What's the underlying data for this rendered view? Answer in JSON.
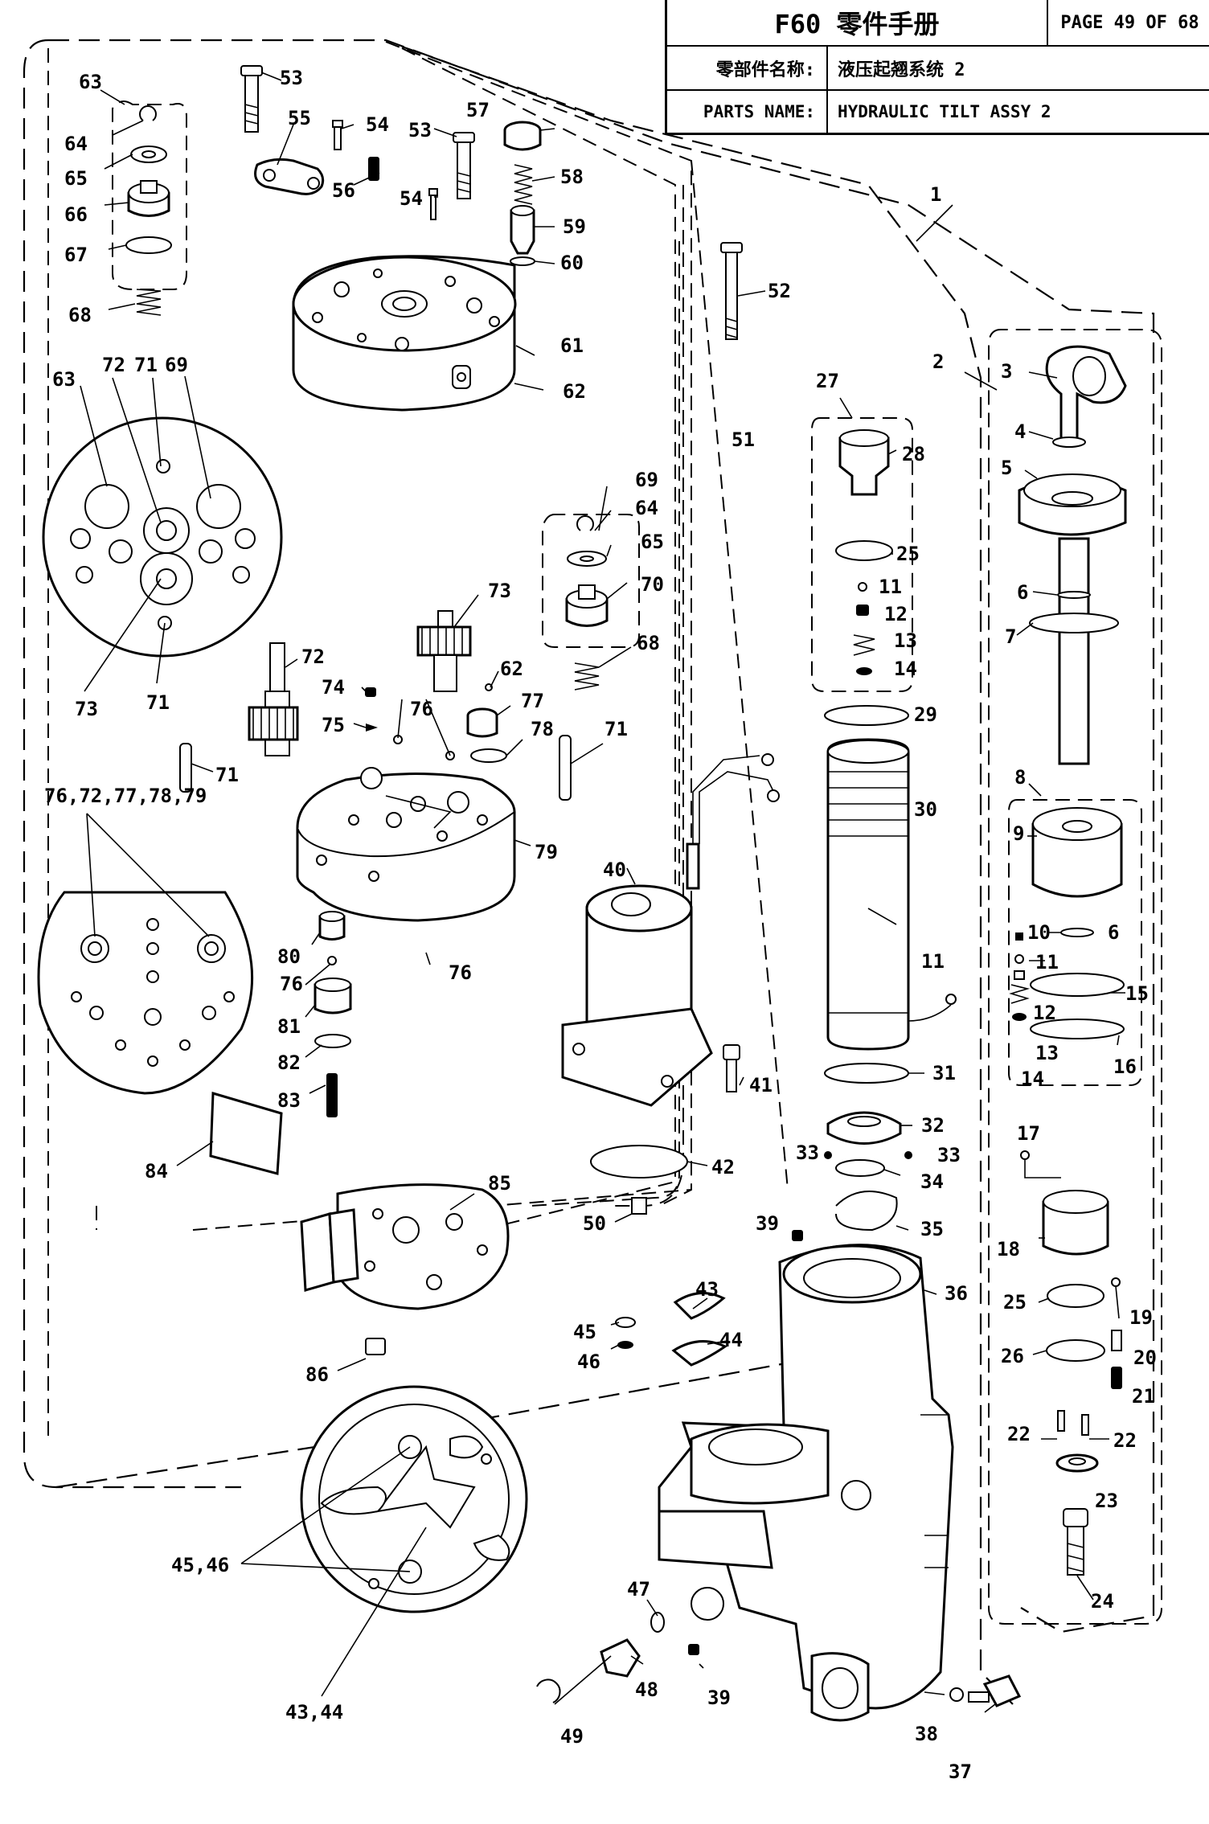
{
  "title_block": {
    "manual_title": "F60 零件手册",
    "page": "PAGE 49 OF 68",
    "name_cn_label": "零部件名称:",
    "name_cn_value": "液压起翘系统 2",
    "name_en_label": "PARTS NAME:",
    "name_en_value": "HYDRAULIC TILT ASSY 2"
  },
  "callouts": {
    "c1": "1",
    "c2": "2",
    "c3": "3",
    "c4": "4",
    "c5": "5",
    "c6a": "6",
    "c6b": "6",
    "c7": "7",
    "c8": "8",
    "c9": "9",
    "c10": "10",
    "c11a": "11",
    "c11b": "11",
    "c11c": "11",
    "c12a": "12",
    "c12b": "12",
    "c13a": "13",
    "c13b": "13",
    "c14a": "14",
    "c14b": "14",
    "c15": "15",
    "c16": "16",
    "c17": "17",
    "c18": "18",
    "c19": "19",
    "c20": "20",
    "c21": "21",
    "c22a": "22",
    "c22b": "22",
    "c23": "23",
    "c24": "24",
    "c25a": "25",
    "c25b": "25",
    "c26": "26",
    "c27": "27",
    "c28": "28",
    "c29": "29",
    "c30": "30",
    "c31": "31",
    "c32": "32",
    "c33a": "33",
    "c33b": "33",
    "c34": "34",
    "c35": "35",
    "c36": "36",
    "c37": "37",
    "c38": "38",
    "c39a": "39",
    "c39b": "39",
    "c40": "40",
    "c41": "41",
    "c42": "42",
    "c43": "43",
    "c43_44": "43,44",
    "c44": "44",
    "c45": "45",
    "c45_46": "45,46",
    "c46": "46",
    "c47": "47",
    "c48": "48",
    "c49": "49",
    "c50": "50",
    "c51": "51",
    "c52": "52",
    "c53a": "53",
    "c53b": "53",
    "c54a": "54",
    "c54b": "54",
    "c55": "55",
    "c56": "56",
    "c57": "57",
    "c58": "58",
    "c59": "59",
    "c60": "60",
    "c61": "61",
    "c62a": "62",
    "c62b": "62",
    "c63a": "63",
    "c63b": "63",
    "c64a": "64",
    "c64b": "64",
    "c65a": "65",
    "c65b": "65",
    "c66": "66",
    "c67": "67",
    "c68a": "68",
    "c68b": "68",
    "c69a": "69",
    "c69b": "69",
    "c70": "70",
    "c71a": "71",
    "c71b": "71",
    "c71c": "71",
    "c71d": "71",
    "c72a": "72",
    "c72b": "72",
    "c73a": "73",
    "c73b": "73",
    "c74": "74",
    "c75": "75",
    "c76a": "76",
    "c76b": "76",
    "c76c": "76",
    "c76_group": "76,72,77,78,79",
    "c77": "77",
    "c78": "78",
    "c79": "79",
    "c80": "80",
    "c81": "81",
    "c82": "82",
    "c83": "83",
    "c84": "84",
    "c85": "85",
    "c86": "86"
  }
}
